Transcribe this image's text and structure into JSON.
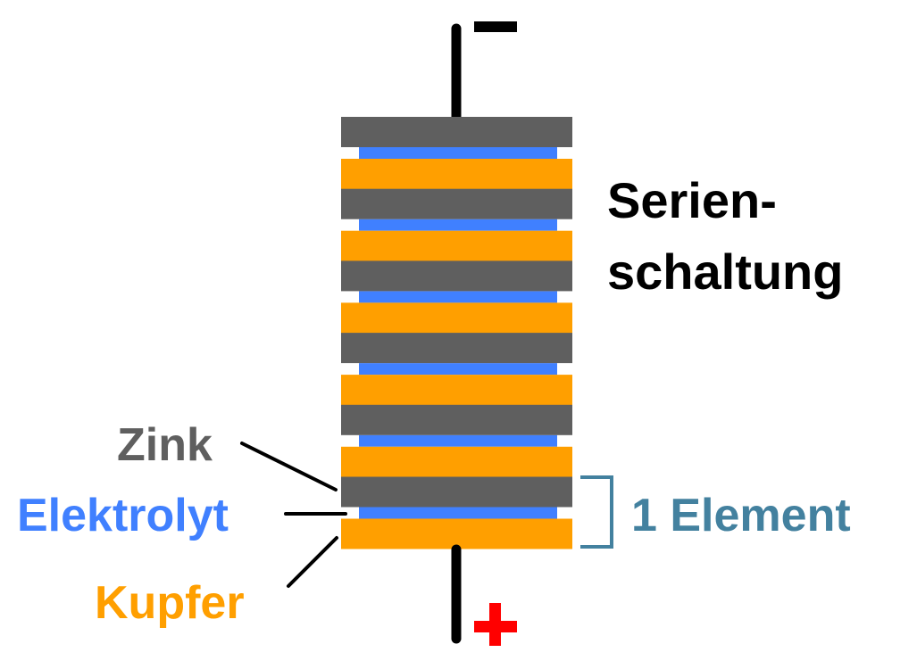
{
  "title": {
    "line1": "Serien-",
    "line2": "schaltung",
    "color": "#000000"
  },
  "terminals": {
    "negative": {
      "symbol": "minus-sign",
      "color": "#000000"
    },
    "positive": {
      "symbol": "plus-sign",
      "color": "#ff0000"
    }
  },
  "pile": {
    "cell_count": 6,
    "layer_order_top_to_bottom": [
      "zinc",
      "electrolyte",
      "copper"
    ]
  },
  "materials": {
    "zinc": {
      "label": "Zink",
      "color": "#5f5f5f"
    },
    "electrolyte": {
      "label": "Elektrolyt",
      "color": "#4080ff"
    },
    "copper": {
      "label": "Kupfer",
      "color": "#ff9f00"
    }
  },
  "element_bracket": {
    "label": "1 Element",
    "color": "#43819f"
  },
  "leader_line_color": "#000000"
}
